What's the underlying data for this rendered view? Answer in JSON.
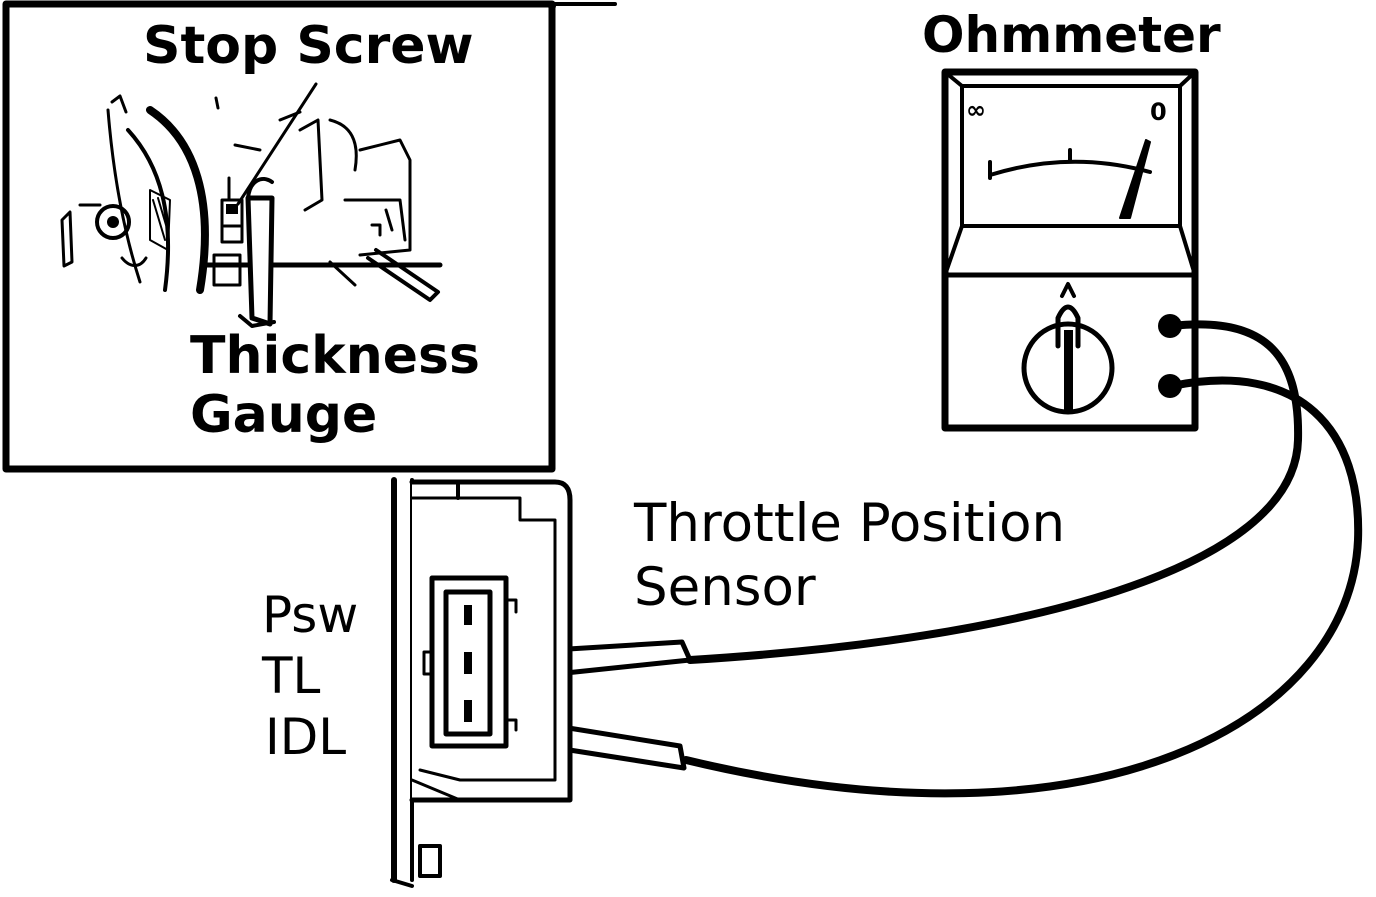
{
  "labels": {
    "stop_screw": "Stop Screw",
    "thickness_gauge_line1": "Thickness",
    "thickness_gauge_line2": "Gauge",
    "ohmmeter": "Ohmmeter",
    "sensor_line1": "Throttle Position",
    "sensor_line2": "Sensor",
    "terminal_psw": "Psw",
    "terminal_tl": "TL",
    "terminal_idl": "IDL"
  },
  "meter_scale": {
    "left_mark": "∞",
    "right_mark": "0"
  },
  "colors": {
    "ink": "#000000",
    "paper": "#ffffff"
  },
  "icons": {
    "selector_knob": "ohm-selector-knob-icon"
  }
}
